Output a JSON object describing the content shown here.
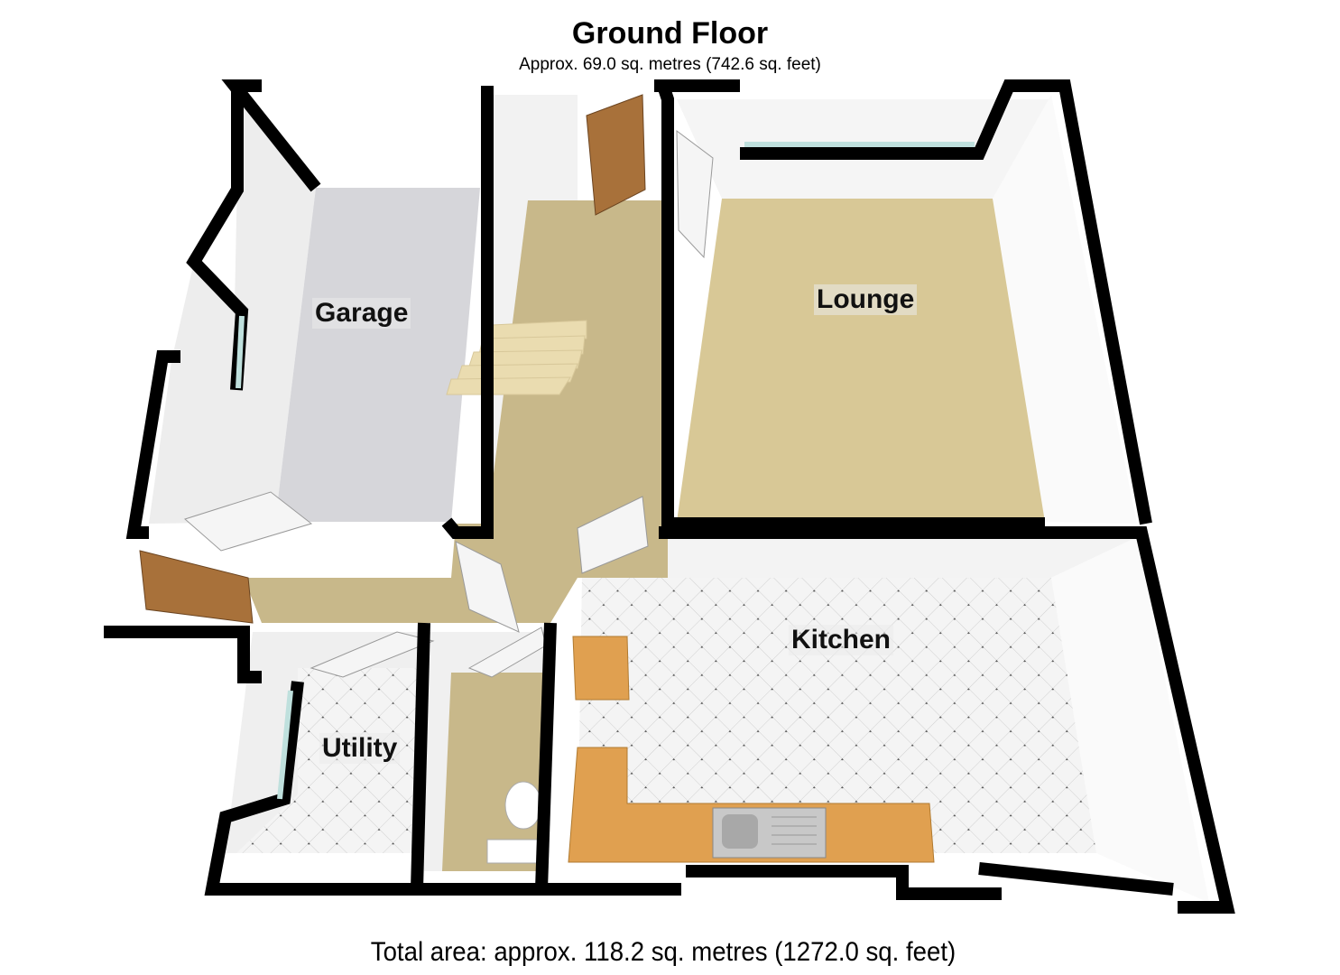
{
  "header": {
    "title": "Ground Floor",
    "subtitle": "Approx. 69.0 sq. metres (742.6 sq. feet)"
  },
  "rooms": [
    {
      "name": "Garage"
    },
    {
      "name": "Lounge"
    },
    {
      "name": "Kitchen"
    },
    {
      "name": "Utility"
    }
  ],
  "footer": {
    "total_area": "Total area: approx. 118.2 sq. metres (1272.0 sq. feet)"
  },
  "colors": {
    "wall": "#000000",
    "carpet": "#c8b88a",
    "lounge_carpet": "#d8c896",
    "garage_floor": "#d6d6da",
    "worktop": "#e0a050",
    "door": "#a8713a"
  }
}
